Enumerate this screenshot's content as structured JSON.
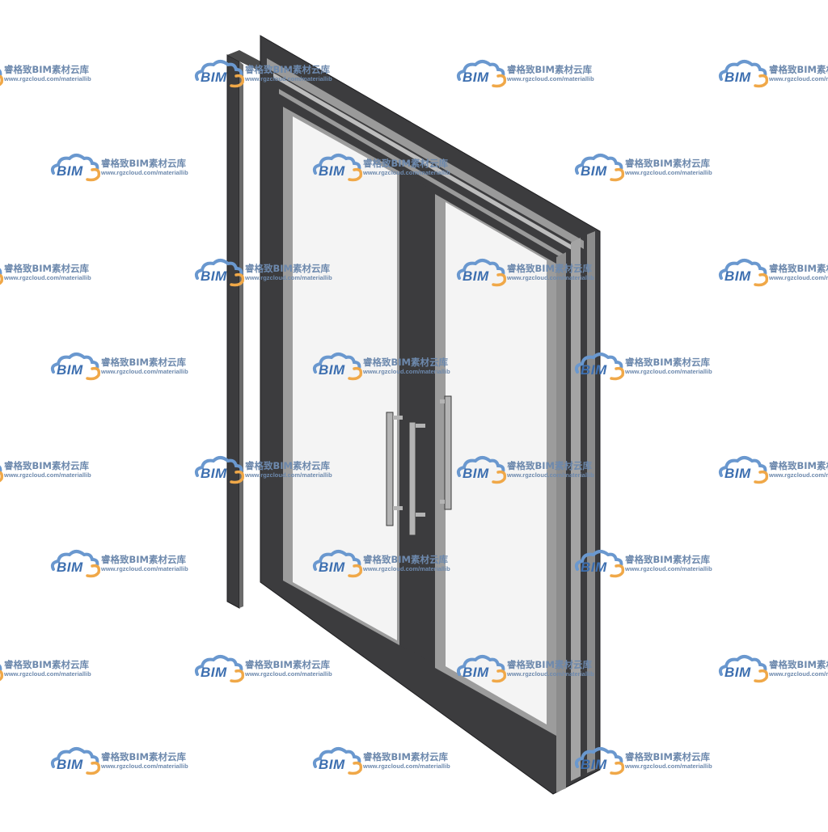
{
  "watermark": {
    "logo_text": "BIM",
    "brand_text": "睿格致BIM素材云库",
    "url_text": "www.rgzcloud.com/materiallib",
    "logo_icon": "cloud-icon",
    "colors": {
      "cloud_blue": "#6a98cf",
      "cloud_orange": "#f0a848",
      "text": "#6d89ad"
    }
  },
  "door": {
    "icon": "double-glass-door-icon",
    "colors": {
      "frame": "#3c3c3e",
      "frame_edge": "#1e1e20",
      "trim": "#9a9a9a",
      "glass": "#f4f4f4",
      "handle": "#b4b4b4"
    }
  }
}
